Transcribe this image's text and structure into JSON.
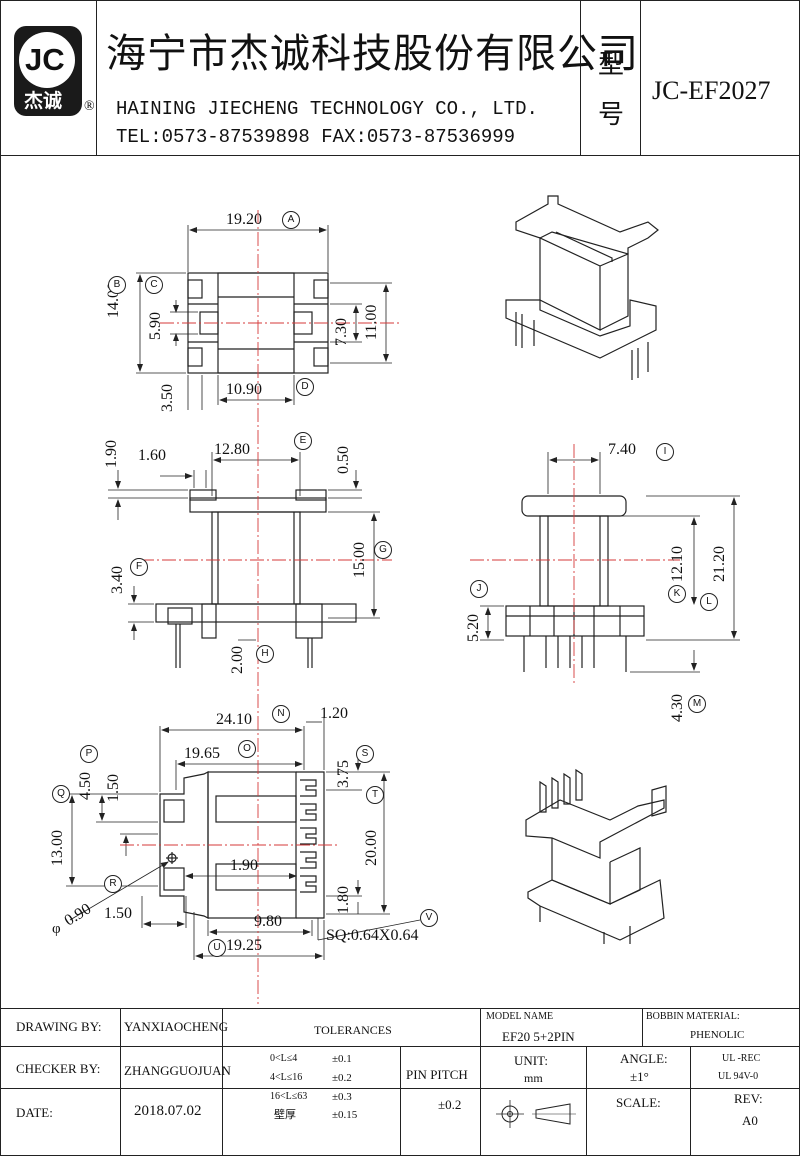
{
  "header": {
    "logo_text": "JC",
    "logo_label": "杰诚",
    "logo_reg": "®",
    "company_cn": "海宁市杰诚科技股份有限公司",
    "company_en": "HAINING JIECHENG TECHNOLOGY CO., LTD.",
    "contact": "TEL:0573-87539898   FAX:0573-87536999",
    "model_label_1": "型",
    "model_label_2": "号",
    "model_number": "JC-EF2027"
  },
  "dimensions": {
    "top_view": {
      "A": "19.20",
      "B_label": "B",
      "C_label": "C",
      "height_14": "14.00",
      "h_5_90": "5.90",
      "h_7_30": "7.30",
      "h_11_00": "11.00",
      "h_3_50": "3.50",
      "D": "10.90"
    },
    "front_view": {
      "d_1_90": "1.90",
      "d_1_60": "1.60",
      "E": "12.80",
      "d_0_50": "0.50",
      "F": "3.40",
      "G": "15.00",
      "H": "2.00"
    },
    "side_view": {
      "I": "7.40",
      "J": "5.20",
      "K": "12.10",
      "L": "21.20",
      "M": "4.30"
    },
    "bottom_view": {
      "N": "24.10",
      "d_1_20": "1.20",
      "O": "19.65",
      "S": "3.75",
      "P": "4.50",
      "d_1_50a": "1.50",
      "T": "20.00",
      "Q": "13.00",
      "d_1_90b": "1.90",
      "R": "0.90",
      "d_1_80": "1.80",
      "d_1_50b": "1.50",
      "d_9_80": "9.80",
      "U": "19.25",
      "V": "SQ:0.64X0.64"
    }
  },
  "circle_labels": [
    "A",
    "B",
    "C",
    "D",
    "E",
    "F",
    "G",
    "H",
    "I",
    "J",
    "K",
    "L",
    "M",
    "N",
    "O",
    "P",
    "Q",
    "R",
    "S",
    "T",
    "U",
    "V"
  ],
  "title_block": {
    "drawing_by_label": "DRAWING  BY:",
    "drawing_by": "YANXIAOCHENG",
    "checker_by_label": "CHECKER  BY:",
    "checker_by": "ZHANGGUOJUAN",
    "date_label": "DATE:",
    "date": "2018.07.02",
    "tolerances_label": "TOLERANCES",
    "tol_1_range": "0<L≤4",
    "tol_1": "±0.1",
    "tol_2_range": "4<L≤16",
    "tol_2": "±0.2",
    "tol_3_range": "16<L≤63",
    "tol_3": "±0.3",
    "tol_4_range": "壁厚",
    "tol_4": "±0.15",
    "pin_pitch_label": "PIN PITCH",
    "pin_pitch_tol": "±0.2",
    "model_name_label": "MODEL NAME",
    "model_name": "EF20 5+2PIN",
    "bobbin_material_label": "BOBBIN MATERIAL:",
    "bobbin_material": "PHENOLIC",
    "unit_label": "UNIT:",
    "unit": "mm",
    "angle_label": "ANGLE:",
    "angle": "±1°",
    "ul_1": "UL -REC",
    "ul_2": "UL  94V-0",
    "scale_label": "SCALE:",
    "rev_label": "REV:",
    "rev": "A0"
  },
  "colors": {
    "line": "#222222",
    "centerline": "#d43a3a",
    "background": "#ffffff"
  }
}
